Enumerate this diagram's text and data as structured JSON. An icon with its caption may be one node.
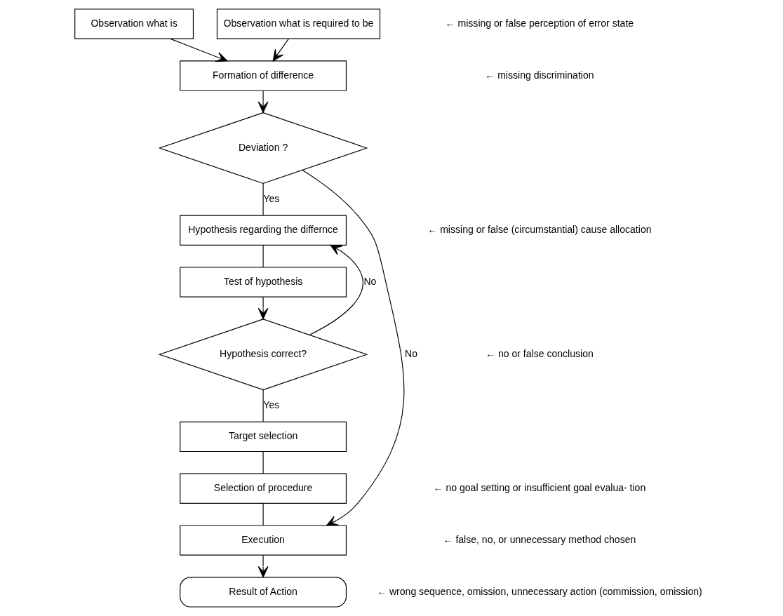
{
  "diagram": {
    "nodes": [
      {
        "text": [
          "Observation what is"
        ]
      },
      {
        "text": [
          "Observation what is required to be"
        ]
      },
      {
        "text": [
          "Formation of difference"
        ]
      },
      {
        "text": [
          "Deviation ?"
        ]
      },
      {
        "text": [
          "Hypothesis regarding the differnce"
        ]
      },
      {
        "text": [
          "Test of hypothesis"
        ]
      },
      {
        "text": [
          "Hypothesis correct?"
        ]
      },
      {
        "text": [
          "Target selection"
        ]
      },
      {
        "text": [
          "Selection of procedure"
        ]
      },
      {
        "text": [
          "Execution"
        ]
      },
      {
        "text": [
          "Result of Action"
        ]
      }
    ],
    "edges": [
      {
        "from": 0,
        "to": 2,
        "arrow": "to"
      },
      {
        "from": 1,
        "to": 2,
        "arrow": "to"
      },
      {
        "from": 2,
        "to": 3,
        "arrow": "to"
      },
      {
        "from": 3,
        "to": 4,
        "label": "Yes",
        "arrow": "none"
      },
      {
        "from": 4,
        "to": 5,
        "arrow": "none"
      },
      {
        "from": 5,
        "to": 6,
        "arrow": "to"
      },
      {
        "from": 6,
        "to": 4,
        "label": "No",
        "arrow": "to"
      },
      {
        "from": 6,
        "to": 7,
        "label": "Yes",
        "arrow": "none"
      },
      {
        "from": 7,
        "to": 8,
        "arrow": "none"
      },
      {
        "from": 8,
        "to": 9,
        "arrow": "none"
      },
      {
        "from": 3,
        "to": 9,
        "label": "No",
        "arrow": "to"
      },
      {
        "from": 9,
        "to": 10,
        "arrow": "to"
      }
    ],
    "labels": [
      "← missing or false perception of error state",
      "← missing discrimination",
      "← missing or false (circumstantial) cause allocation",
      "← no or false conclusion",
      "← no goal setting or insufficient goal evalua- tion",
      "← false, no, or unnecessary method chosen",
      "← wrong sequence, omission, unnecessary action (commission, omission)"
    ]
  }
}
